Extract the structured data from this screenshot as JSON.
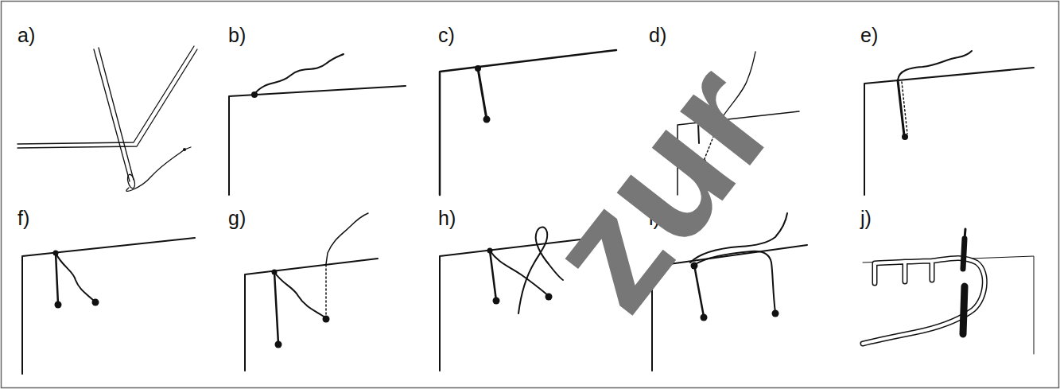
{
  "diagram": {
    "labels": [
      "a)",
      "b)",
      "c)",
      "d)",
      "e)",
      "f)",
      "g)",
      "h)",
      "i)",
      "j)",
      "zur"
    ]
  }
}
